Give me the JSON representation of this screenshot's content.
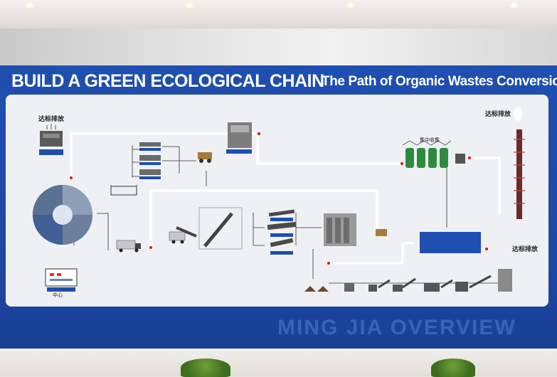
{
  "title": {
    "main": "BUILD A GREEN ECOLOGICAL CHAIN",
    "sub": "The Path of Organic Wastes Conversion"
  },
  "footer_text": "MING JIA OVERVIEW",
  "labels": {
    "discharge_top_left": "达标排放",
    "discharge_top_right": "达标排放",
    "discharge_bottom_right": "达标排放",
    "center": "集中收集",
    "monitor": "中心"
  },
  "colors": {
    "board_blue": "#1f4fb0",
    "panel": "#eef0f3",
    "light_path": "#ffffff",
    "tank_green": "#2e8b3e",
    "treatment_blue": "#1f4fb0"
  }
}
